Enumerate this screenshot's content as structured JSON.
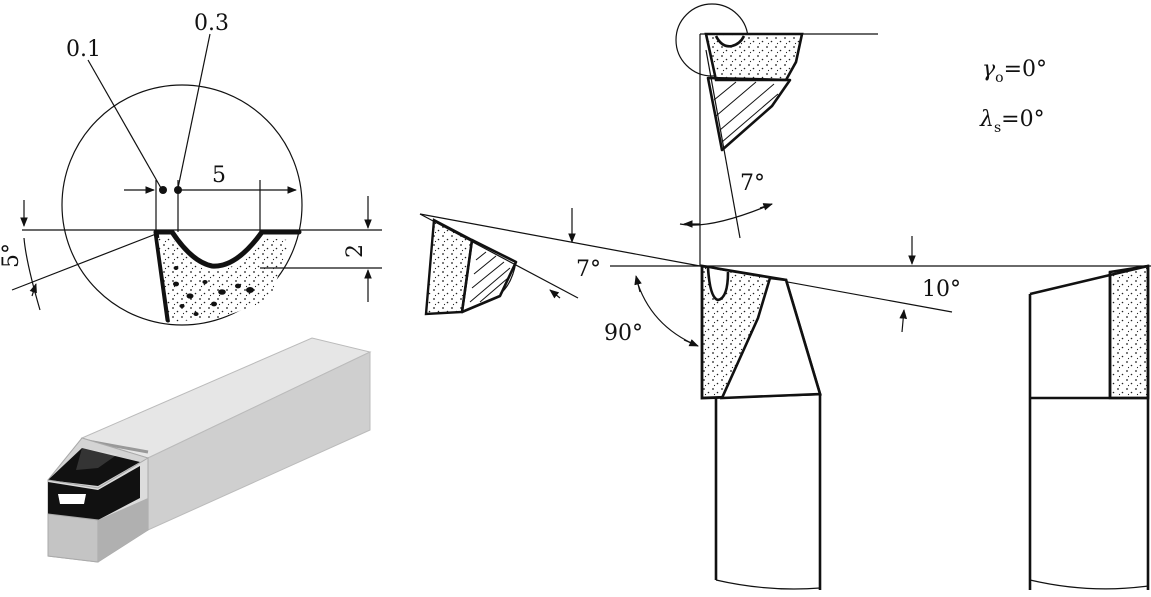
{
  "detail_view": {
    "dim_a": "0.1",
    "dim_b": "0.3",
    "dim_width": "5",
    "dim_height": "2",
    "angle": "5°"
  },
  "main_view": {
    "angle_top": "7°",
    "angle_side": "7°",
    "angle_right": "10°",
    "angle_corner": "90°"
  },
  "parameters": {
    "gamma_symbol": "γ",
    "gamma_sub": "o",
    "gamma_value": "=0°",
    "lambda_symbol": "λ",
    "lambda_sub": "s",
    "lambda_value": "=0°"
  },
  "colors": {
    "ink": "#111111",
    "tool_light": "#e6e6e6",
    "tool_mid": "#cfcfcf",
    "tool_dark": "#a9a9a9",
    "insert": "#111111"
  }
}
